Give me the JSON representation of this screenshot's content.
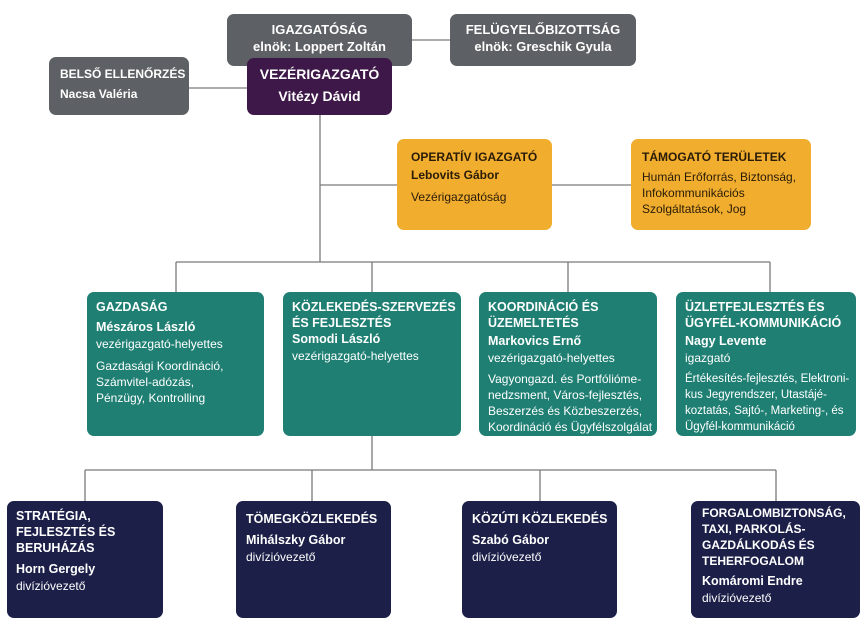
{
  "board": {
    "title": "IGAZGATÓSÁG",
    "chair": "elnök: Loppert Zoltán"
  },
  "supervisory": {
    "title": "FELÜGYELŐBIZOTTSÁG",
    "chair": "elnök: Greschik Gyula"
  },
  "audit": {
    "title": "BELSŐ ELLENŐRZÉS",
    "name": "Nacsa Valéria"
  },
  "ceo": {
    "title": "VEZÉRIGAZGATÓ",
    "name": "Vitézy Dávid"
  },
  "operative": {
    "title": "OPERATÍV IGAZGATÓ",
    "name": "Lebovits Gábor",
    "desc": "Vezérigazgatóság"
  },
  "support": {
    "title": "TÁMOGATÓ TERÜLETEK",
    "desc_lines": [
      "Humán Erőforrás, Biztonság,",
      "Infokommunikációs",
      "Szolgáltatások, Jog"
    ]
  },
  "deputies": [
    {
      "title_lines": [
        "GAZDASÁG"
      ],
      "name": "Mészáros László",
      "role": "vezérigazgató-helyettes",
      "desc_lines": [
        "Gazdasági Koordináció,",
        "Számvitel-adózás,",
        "Pénzügy, Kontrolling"
      ]
    },
    {
      "title_lines": [
        "KÖZLEKEDÉS-SZERVEZÉS",
        "ÉS FEJLESZTÉS"
      ],
      "name": "Somodi László",
      "role": "vezérigazgató-helyettes",
      "desc_lines": []
    },
    {
      "title_lines": [
        "KOORDINÁCIÓ ÉS",
        "ÜZEMELTETÉS"
      ],
      "name": "Markovics Ernő",
      "role": "vezérigazgató-helyettes",
      "desc_lines": [
        "Vagyongazd. és Portfólióme-",
        "nedzsment, Város-fejlesztés,",
        "Beszerzés és Közbeszerzés,",
        "Koordináció és Ügyfélszolgálat"
      ]
    },
    {
      "title_lines": [
        "ÜZLETFEJLESZTÉS ÉS",
        "ÜGYFÉL-KOMMUNIKÁCIÓ"
      ],
      "name": "Nagy Levente",
      "role": "igazgató",
      "desc_lines": [
        "Értékesítés-fejlesztés, Elektroni-",
        "kus Jegyrendszer, Utastájé-",
        "koztatás, Sajtó-, Marketing-, és",
        "Ügyfél-kommunikáció"
      ]
    }
  ],
  "divisions": [
    {
      "title_lines": [
        "STRATÉGIA,",
        "FEJLESZTÉS ÉS",
        "BERUHÁZÁS"
      ],
      "name": "Horn Gergely",
      "role": "divízióvezető"
    },
    {
      "title_lines": [
        "TÖMEGKÖZLEKEDÉS"
      ],
      "name": "Mihálszky Gábor",
      "role": "divízióvezető"
    },
    {
      "title_lines": [
        "KÖZÚTI KÖZLEKEDÉS"
      ],
      "name": "Szabó Gábor",
      "role": "divízióvezető"
    },
    {
      "title_lines": [
        "FORGALOMBIZTONSÁG,",
        "TAXI, PARKOLÁS-",
        "GAZDÁLKODÁS ÉS",
        "TEHERFOGALOM"
      ],
      "name": "Komáromi Endre",
      "role": "divízióvezető"
    }
  ],
  "colors": {
    "gray": "#5d6064",
    "purple": "#3d1848",
    "gold": "#f0ad2e",
    "teal": "#1f7f73",
    "navy": "#1c1f48",
    "line": "#7a7a7a"
  }
}
